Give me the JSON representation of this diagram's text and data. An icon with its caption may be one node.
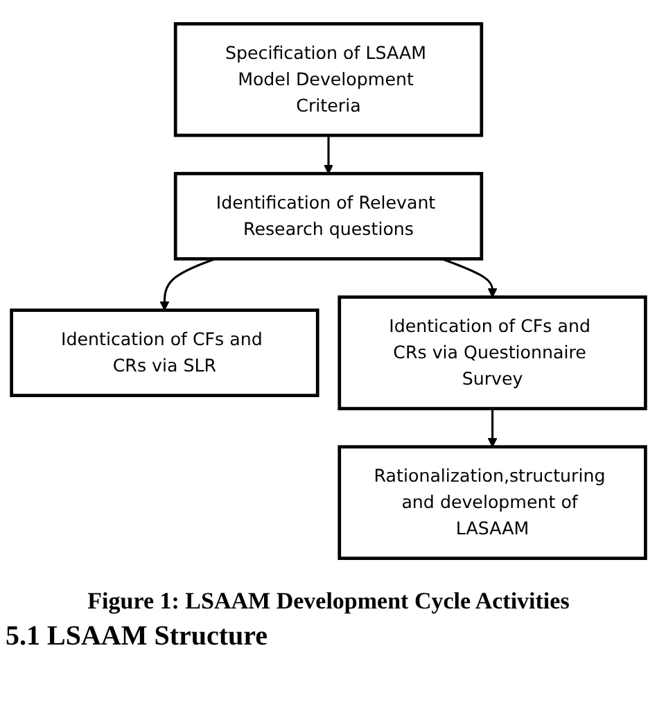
{
  "diagram": {
    "caption": "Figure 1: LSAAM Development Cycle Activities",
    "nodes": [
      {
        "text": [
          "Specification of LSAAM Model Development Criteria"
        ]
      },
      {
        "text": [
          "Identification of Relevant Research questions"
        ]
      },
      {
        "text": [
          "Identication of CFs and CRs via SLR"
        ]
      },
      {
        "text": [
          "Identication of CFs and CRs via Questionnaire Survey"
        ]
      },
      {
        "text": [
          "Rationalization,structuring and development of LASAAM"
        ]
      }
    ],
    "edges": [
      {
        "from": 0,
        "to": 1,
        "arrow": "to"
      },
      {
        "from": 1,
        "to": 2,
        "arrow": "to"
      },
      {
        "from": 1,
        "to": 3,
        "arrow": "to"
      },
      {
        "from": 3,
        "to": 4,
        "arrow": "to"
      }
    ],
    "labels": [
      "5.1 LSAAM Structure"
    ]
  }
}
